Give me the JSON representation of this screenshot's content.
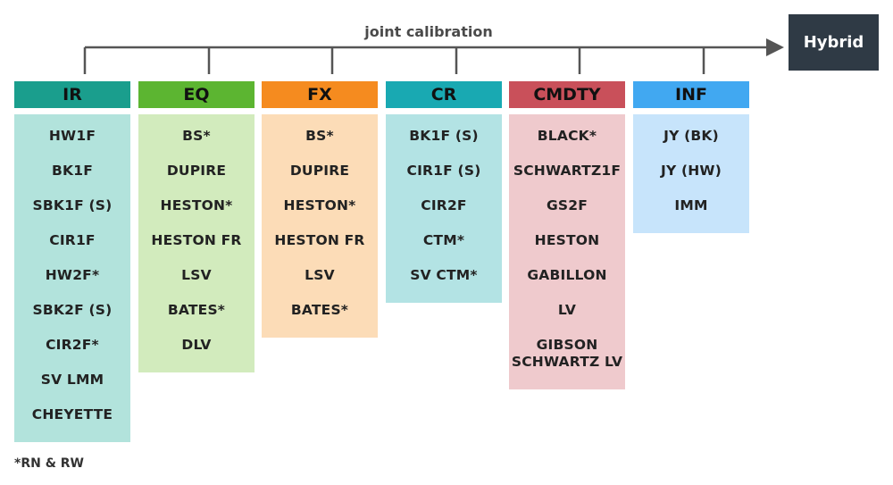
{
  "calibration_label": "joint calibration",
  "hybrid_label": "Hybrid",
  "footnote": "*RN & RW",
  "colors": {
    "line": "#555555",
    "hybrid_bg": "#2f3a45"
  },
  "columns": [
    {
      "id": "ir",
      "header": "IR",
      "header_color": "#1a9e8d",
      "body_color": "#b2e3dc",
      "items": [
        "HW1F",
        "BK1F",
        "SBK1F (S)",
        "CIR1F",
        "HW2F*",
        "SBK2F (S)",
        "CIR2F*",
        "SV LMM",
        "CHEYETTE"
      ]
    },
    {
      "id": "eq",
      "header": "EQ",
      "header_color": "#5cb531",
      "body_color": "#d2ebbd",
      "items": [
        "BS*",
        "DUPIRE",
        "HESTON*",
        "HESTON FR",
        "LSV",
        "BATES*",
        "DLV"
      ]
    },
    {
      "id": "fx",
      "header": "FX",
      "header_color": "#f58b1f",
      "body_color": "#fcdcb7",
      "items": [
        "BS*",
        "DUPIRE",
        "HESTON*",
        "HESTON FR",
        "LSV",
        "BATES*"
      ]
    },
    {
      "id": "cr",
      "header": "CR",
      "header_color": "#19a9b2",
      "body_color": "#b3e3e4",
      "items": [
        "BK1F (S)",
        "CIR1F (S)",
        "CIR2F",
        "CTM*",
        "SV CTM*"
      ]
    },
    {
      "id": "cmdty",
      "header": "CMDTY",
      "header_color": "#c9505a",
      "body_color": "#efcacd",
      "items": [
        "BLACK*",
        "SCHWARTZ1F",
        "GS2F",
        "HESTON",
        "GABILLON",
        "LV",
        "GIBSON\nSCHWARTZ LV"
      ]
    },
    {
      "id": "inf",
      "header": "INF",
      "header_color": "#41a8f1",
      "body_color": "#c7e4fb",
      "items": [
        "JY (BK)",
        "JY (HW)",
        "IMM"
      ]
    }
  ]
}
